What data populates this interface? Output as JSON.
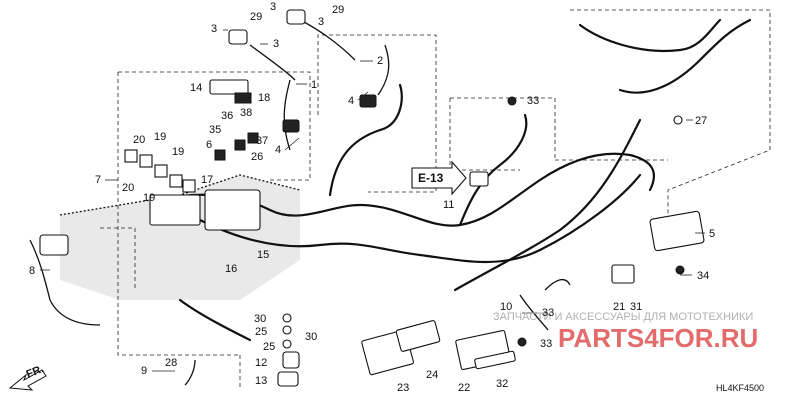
{
  "diagram": {
    "code": "HL4KF4500",
    "direction_label": "FR.",
    "ref_label": "E-13",
    "watermark_top": "ЗАПЧАСТИ И АКСЕССУАРЫ ДЛЯ МОТОТЕХНИКИ",
    "watermark_main": "PARTS4FOR.RU"
  },
  "callouts": [
    "1",
    "2",
    "3",
    "3",
    "3",
    "3",
    "4",
    "4",
    "5",
    "6",
    "7",
    "8",
    "9",
    "10",
    "11",
    "12",
    "13",
    "14",
    "15",
    "16",
    "17",
    "18",
    "19",
    "19",
    "19",
    "20",
    "20",
    "21",
    "22",
    "23",
    "24",
    "25",
    "25",
    "26",
    "27",
    "28",
    "29",
    "29",
    "30",
    "30",
    "31",
    "32",
    "33",
    "33",
    "33",
    "34",
    "35",
    "36",
    "37",
    "38"
  ]
}
